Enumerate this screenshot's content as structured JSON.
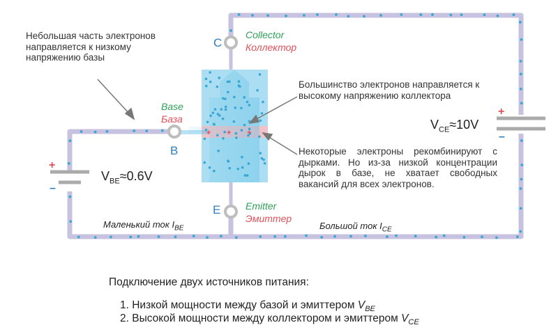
{
  "notes": {
    "base_electrons": "Небольшая часть электронов направляется к низкому напряжению базы",
    "collector_electrons": "Большинство электронов направляется к высокому напряжению коллектора",
    "recombination": "Некоторые электроны рекомбинируют с дырками. Но из-за низкой концентрации дырок в базе, не хватает свободных вакансий для всех электронов."
  },
  "terminals": {
    "collector": {
      "en": "Collector",
      "ru": "Коллектор",
      "letter": "C"
    },
    "base": {
      "en": "Base",
      "ru": "База",
      "letter": "B"
    },
    "emitter": {
      "en": "Emitter",
      "ru": "Эмиттер",
      "letter": "E"
    }
  },
  "sources": {
    "vbe": {
      "symbol": "V",
      "sub": "BE",
      "value": "≈0.6V",
      "plus": "+",
      "minus": "–"
    },
    "vce": {
      "symbol": "V",
      "sub": "CE",
      "value": "≈10V",
      "plus": "+",
      "minus": "–"
    }
  },
  "currents": {
    "small": {
      "text": "Маленький ток I",
      "sub": "BE"
    },
    "large": {
      "text": "Большой ток I",
      "sub": "CE"
    }
  },
  "caption": {
    "title": "Подключение двух источников питания:",
    "items": [
      {
        "text": "1. Низкой мощности между базой и эмиттером ",
        "symbol": "V",
        "sub": "BE"
      },
      {
        "text": "2. Высокой мощности между коллектором и эмиттером ",
        "symbol": "V",
        "sub": "CE"
      }
    ]
  },
  "colors": {
    "wire": "#c7c2e0",
    "electron": "#38a7d2",
    "transistor": "#8fd3ee",
    "base_region": "#f7bfc4",
    "hole": "#e84b5c",
    "terminal": "#bdbdbd",
    "battery": "#aaaaaa",
    "plus": "#e0505a",
    "minus": "#2f7fc0"
  }
}
